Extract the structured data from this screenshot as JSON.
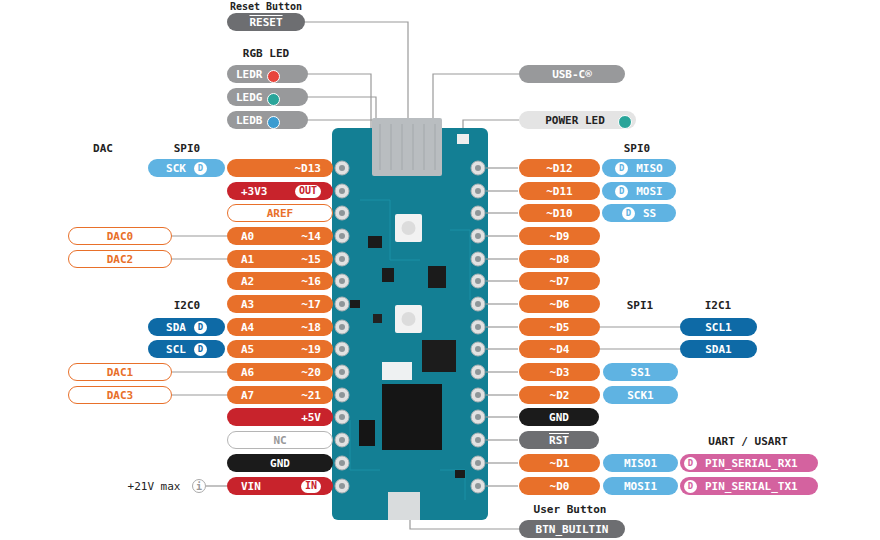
{
  "diagram": {
    "nodes": [
      {
        "text": [
          "RESET"
        ]
      },
      {
        "text": [
          "LEDR"
        ]
      },
      {
        "text": [
          "LEDG"
        ]
      },
      {
        "text": [
          "LEDB"
        ]
      },
      {
        "text": [
          "USB-C®"
        ]
      },
      {
        "text": [
          "POWER LED"
        ]
      },
      {
        "text": [
          "SCK",
          "D"
        ]
      },
      {
        "text": [
          "~D13"
        ]
      },
      {
        "text": [
          "~D12"
        ]
      },
      {
        "text": [
          "D",
          "MISO"
        ]
      },
      {
        "text": [
          "+3V3",
          "OUT"
        ]
      },
      {
        "text": [
          "~D11"
        ]
      },
      {
        "text": [
          "D",
          "MOSI"
        ]
      },
      {
        "text": [
          "AREF"
        ]
      },
      {
        "text": [
          "~D10"
        ]
      },
      {
        "text": [
          "D",
          "SS"
        ]
      },
      {
        "text": [
          "DAC0"
        ]
      },
      {
        "text": [
          "A0",
          "~14"
        ]
      },
      {
        "text": [
          "~D9"
        ]
      },
      {
        "text": [
          "DAC2"
        ]
      },
      {
        "text": [
          "A1",
          "~15"
        ]
      },
      {
        "text": [
          "~D8"
        ]
      },
      {
        "text": [
          "A2",
          "~16"
        ]
      },
      {
        "text": [
          "~D7"
        ]
      },
      {
        "text": [
          "A3",
          "~17"
        ]
      },
      {
        "text": [
          "~D6"
        ]
      },
      {
        "text": [
          "SDA",
          "D"
        ]
      },
      {
        "text": [
          "A4",
          "~18"
        ]
      },
      {
        "text": [
          "~D5"
        ]
      },
      {
        "text": [
          "SCL1"
        ]
      },
      {
        "text": [
          "SCL",
          "D"
        ]
      },
      {
        "text": [
          "A5",
          "~19"
        ]
      },
      {
        "text": [
          "~D4"
        ]
      },
      {
        "text": [
          "SDA1"
        ]
      },
      {
        "text": [
          "DAC1"
        ]
      },
      {
        "text": [
          "A6",
          "~20"
        ]
      },
      {
        "text": [
          "~D3"
        ]
      },
      {
        "text": [
          "SS1"
        ]
      },
      {
        "text": [
          "DAC3"
        ]
      },
      {
        "text": [
          "A7",
          "~21"
        ]
      },
      {
        "text": [
          "~D2"
        ]
      },
      {
        "text": [
          "SCK1"
        ]
      },
      {
        "text": [
          "+5V"
        ]
      },
      {
        "text": [
          "GND"
        ]
      },
      {
        "text": [
          "NC"
        ]
      },
      {
        "text": [
          "RST"
        ]
      },
      {
        "text": [
          "GND"
        ]
      },
      {
        "text": [
          "~D1"
        ]
      },
      {
        "text": [
          "MISO1"
        ]
      },
      {
        "text": [
          "D",
          "PIN_SERIAL_RX1"
        ]
      },
      {
        "text": [
          "i"
        ]
      },
      {
        "text": [
          "VIN",
          "IN"
        ]
      },
      {
        "text": [
          "~D0"
        ]
      },
      {
        "text": [
          "MOSI1"
        ]
      },
      {
        "text": [
          "D",
          "PIN_SERIAL_TX1"
        ]
      },
      {
        "text": [
          "BTN_BUILTIN"
        ]
      }
    ],
    "edges": [
      {
        "from": 16,
        "to": 17,
        "arrow": "none"
      },
      {
        "from": 19,
        "to": 20,
        "arrow": "none"
      },
      {
        "from": 34,
        "to": 35,
        "arrow": "none"
      },
      {
        "from": 38,
        "to": 39,
        "arrow": "none"
      },
      {
        "from": 28,
        "to": 29,
        "arrow": "none"
      },
      {
        "from": 32,
        "to": 33,
        "arrow": "none"
      },
      {
        "from": 50,
        "to": 51,
        "arrow": "none"
      }
    ],
    "labels": [
      "Reset Button",
      "RGB LED",
      "DAC",
      "SPI0",
      "SPI0",
      "I2C0",
      "SPI1",
      "I2C1",
      "UART / USART",
      "User Button",
      "+21V max"
    ]
  }
}
